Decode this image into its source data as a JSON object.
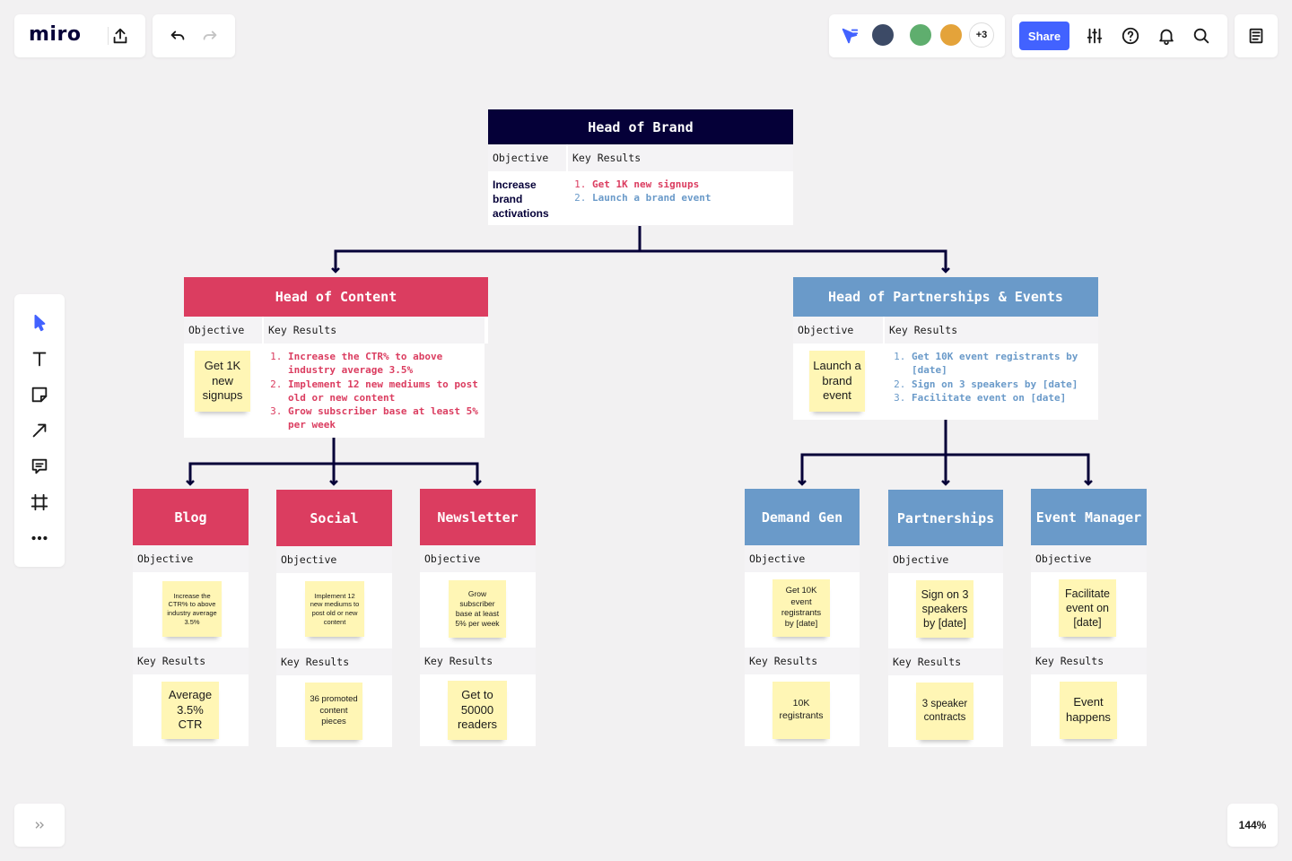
{
  "toolbar": {
    "logo": "miro",
    "share_label": "Share",
    "collaborators_extra": "+3"
  },
  "zoom": "144%",
  "colors": {
    "navy": "#050038",
    "red": "#db3d60",
    "blue": "#6a9ac9",
    "sticky": "#fff6b5",
    "accent": "#4262ff"
  },
  "brand": {
    "title": "Head of Brand",
    "objective_label": "Objective",
    "kr_label": "Key Results",
    "objective": "Increase brand activations",
    "key_results": [
      "Get 1K new signups",
      "Launch a brand event"
    ]
  },
  "content": {
    "title": "Head of Content",
    "objective_label": "Objective",
    "kr_label": "Key Results",
    "objective": "Get 1K new signups",
    "key_results": [
      "Increase the CTR% to above industry average 3.5%",
      "Implement 12 new mediums to post old or new content",
      "Grow subscriber base at least 5% per week"
    ]
  },
  "partnerships_events": {
    "title": "Head of Partnerships & Events",
    "objective_label": "Objective",
    "kr_label": "Key Results",
    "objective": "Launch a brand event",
    "key_results": [
      "Get 10K event registrants by [date]",
      "Sign on 3 speakers by [date]",
      "Facilitate event on [date]"
    ]
  },
  "teams": [
    {
      "title": "Blog",
      "objective_label": "Objective",
      "kr_label": "Key Results",
      "objective": "Increase the CTR% to above industry average 3.5%",
      "key_result": "Average 3.5% CTR"
    },
    {
      "title": "Social",
      "objective_label": "Objective",
      "kr_label": "Key Results",
      "objective": "Implement 12 new mediums to post old or new content",
      "key_result": "36 promoted content pieces"
    },
    {
      "title": "Newsletter",
      "objective_label": "Objective",
      "kr_label": "Key Results",
      "objective": "Grow subscriber base at least 5% per week",
      "key_result": "Get to 50000 readers"
    },
    {
      "title": "Demand Gen",
      "objective_label": "Objective",
      "kr_label": "Key Results",
      "objective": "Get 10K event registrants by [date]",
      "key_result": "10K registrants"
    },
    {
      "title": "Partnerships",
      "objective_label": "Objective",
      "kr_label": "Key Results",
      "objective": "Sign on 3 speakers by [date]",
      "key_result": "3 speaker contracts"
    },
    {
      "title": "Event Manager",
      "objective_label": "Objective",
      "kr_label": "Key Results",
      "objective": "Facilitate event on [date]",
      "key_result": "Event happens"
    }
  ]
}
